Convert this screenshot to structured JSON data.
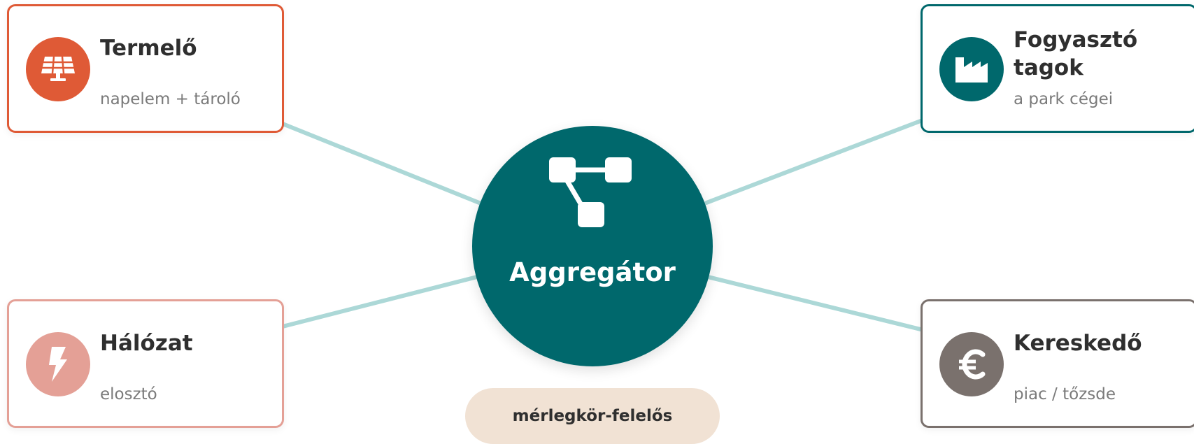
{
  "hub": {
    "label": "Aggregátor",
    "icon": "network-icon",
    "color": "#00686c"
  },
  "nodes": {
    "producer": {
      "title": "Termelő",
      "subtitle": "napelem + tároló",
      "icon": "solar-panel-icon",
      "accent": "#df5a36"
    },
    "consumers": {
      "title": "Fogyasztó tagok",
      "subtitle": "a park cégei",
      "icon": "factory-icon",
      "accent": "#00686c"
    },
    "grid": {
      "title": "Hálózat",
      "subtitle": "elosztó",
      "icon": "lightning-icon",
      "accent": "#e4a096"
    },
    "trader": {
      "title": "Kereskedő",
      "subtitle": "piac / tőzsde",
      "icon": "euro-icon",
      "accent": "#7a716d"
    }
  },
  "role_badge": {
    "label": "mérlegkör-felelős",
    "color": "#f1e2d4"
  },
  "connector_color": "#acd8d7"
}
